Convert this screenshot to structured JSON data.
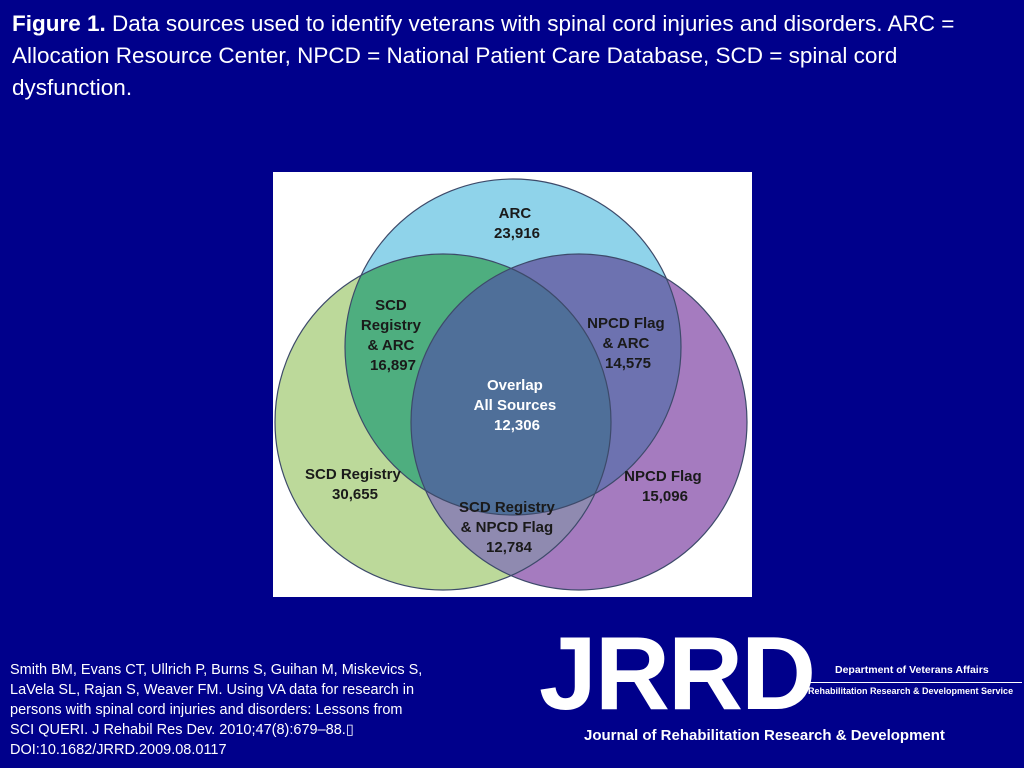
{
  "caption": {
    "label": "Figure 1.",
    "text": "Data sources used to identify veterans with spinal cord injuries and disorders. ARC = Allocation Resource Center, NPCD = National Patient Care Database, SCD = spinal cord dysfunction."
  },
  "venn": {
    "sets": [
      {
        "id": "arc",
        "lines": [
          "ARC",
          "23,916"
        ],
        "color": "#8fd3ea"
      },
      {
        "id": "scd",
        "lines": [
          "SCD Registry",
          "30,655"
        ],
        "color": "#bcd99a"
      },
      {
        "id": "npcd",
        "lines": [
          "NPCD Flag",
          "15,096"
        ],
        "color": "#a57bbf"
      }
    ],
    "intersections": [
      {
        "id": "scd-arc",
        "lines": [
          "SCD",
          "Registry",
          "& ARC",
          "16,897"
        ],
        "color": "#4eae7f"
      },
      {
        "id": "npcd-arc",
        "lines": [
          "NPCD Flag",
          "& ARC",
          "14,575"
        ],
        "color": "#6d72b0"
      },
      {
        "id": "scd-npcd",
        "lines": [
          "SCD Registry",
          "& NPCD Flag",
          "12,784"
        ],
        "color": "#8f8ab0"
      },
      {
        "id": "all",
        "lines": [
          "Overlap",
          "All Sources",
          "12,306"
        ],
        "color": "#4f6f99"
      }
    ]
  },
  "citation": {
    "lines": [
      "Smith BM, Evans CT, Ullrich P, Burns S, Guihan M, Miskevics S,",
      "LaVela SL, Rajan S, Weaver FM. Using VA data for research in",
      "persons with spinal cord injuries and disorders: Lessons from",
      "SCI QUERI. J Rehabil Res Dev. 2010;47(8):679–88.▯",
      "DOI:10.1682/JRRD.2009.08.0117"
    ]
  },
  "logo": {
    "mark": "JRRD",
    "department": "Department of Veterans Affairs",
    "service": "Rehabilitation Research & Development Service",
    "journal": "Journal of Rehabilitation Research & Development"
  }
}
